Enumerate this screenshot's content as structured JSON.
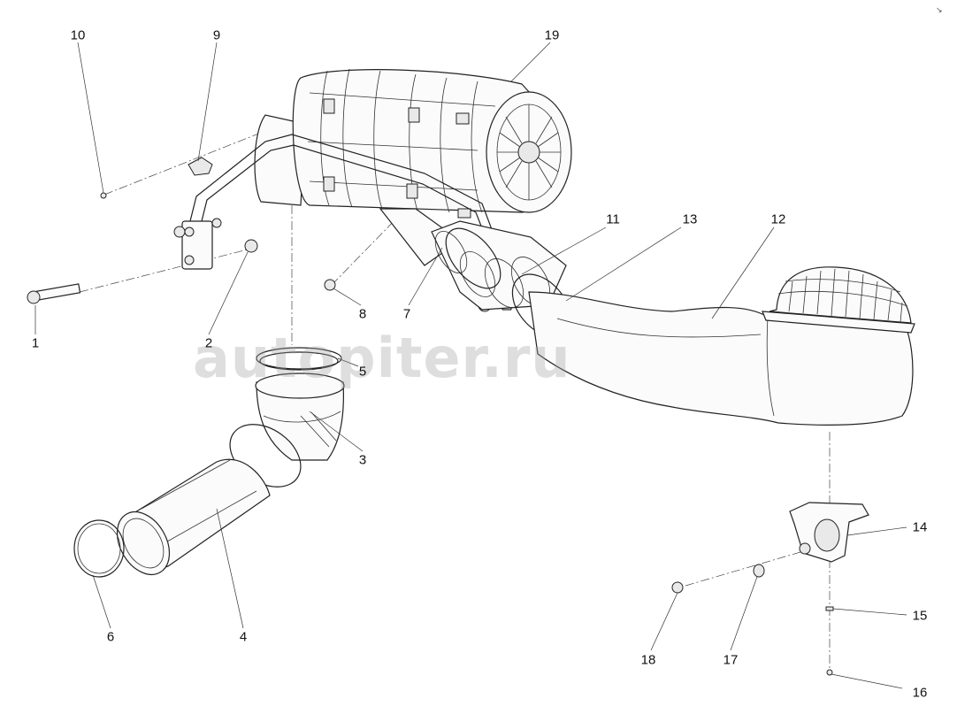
{
  "watermark": "autopiter.ru",
  "corner_mark": "↘",
  "callouts": {
    "c1": "1",
    "c2": "2",
    "c3": "3",
    "c4": "4",
    "c5": "5",
    "c6": "6",
    "c7": "7",
    "c8": "8",
    "c9": "9",
    "c10": "10",
    "c11": "11",
    "c12": "12",
    "c13": "13",
    "c14": "14",
    "c15": "15",
    "c16": "16",
    "c17": "17",
    "c18": "18",
    "c19": "19"
  }
}
